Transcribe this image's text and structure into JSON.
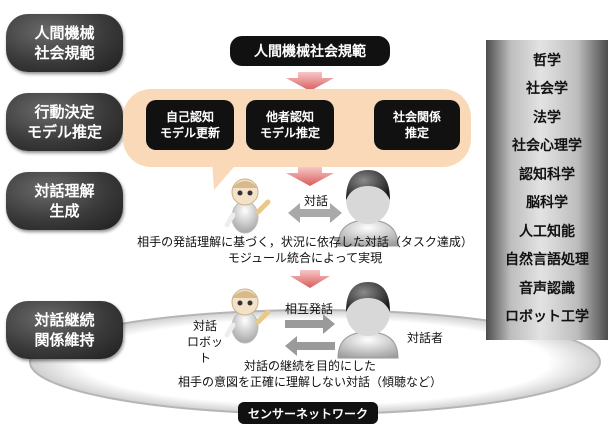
{
  "layers": [
    {
      "label": "人間機械\n社会規範"
    },
    {
      "label": "行動決定\nモデル推定"
    },
    {
      "label": "対話理解\n生成"
    },
    {
      "label": "対話継続\n関係維持"
    }
  ],
  "top_box": "人間機械社会規範",
  "model_boxes": [
    {
      "label": "自己認知\nモデル更新"
    },
    {
      "label": "他者認知\nモデル推定"
    },
    {
      "label": "社会関係\n推定"
    }
  ],
  "dialogue_label": "対話",
  "caption_task": "相手の発話理解に基づく，状況に依存した対話（タスク達成）\nモジュール統合によって実現",
  "mutual_speech": "相互発話",
  "robot_label": "対話\nロボット",
  "partner_label": "対話者",
  "caption_continuation": "対話の継続を目的にした\n相手の意図を正確に理解しない対話（傾聴など）",
  "sensor_network": "センサーネットワーク",
  "fields": [
    "哲学",
    "社会学",
    "法学",
    "社会心理学",
    "認知科学",
    "脳科学",
    "人工知能",
    "自然言語処理",
    "音声認識",
    "ロボット工学"
  ],
  "colors": {
    "band": "#fad9b8",
    "arrow": "#e07a7a",
    "dark": "#111111"
  }
}
